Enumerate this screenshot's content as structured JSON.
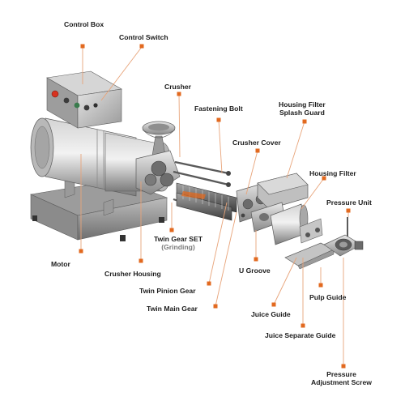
{
  "diagram": {
    "accent_color": "#e2691f",
    "line_color": "#e8a47a",
    "labels": {
      "control_box": "Control Box",
      "control_switch": "Control Switch",
      "crusher": "Crusher",
      "fastening_bolt": "Fastening Bolt",
      "housing_filter_splash_guard_1": "Housing Filter",
      "housing_filter_splash_guard_2": "Splash Guard",
      "crusher_cover": "Crusher Cover",
      "housing_filter": "Housing Filter",
      "pressure_unit": "Pressure Unit",
      "twin_gear_set": "Twin Gear SET",
      "twin_gear_set_sub": "(Grinding)",
      "motor": "Motor",
      "u_groove": "U Groove",
      "crusher_housing": "Crusher Housing",
      "twin_pinion_gear": "Twin Pinion Gear",
      "pulp_guide": "Pulp Guide",
      "twin_main_gear": "Twin Main Gear",
      "juice_guide": "Juice Guide",
      "juice_separate_guide": "Juice Separate Guide",
      "pressure_adjustment_screw_1": "Pressure",
      "pressure_adjustment_screw_2": "Adjustment Screw"
    }
  }
}
